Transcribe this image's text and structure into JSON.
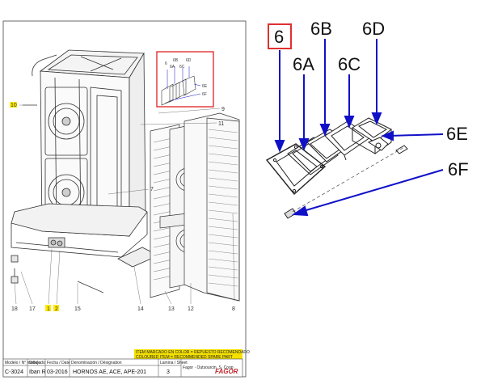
{
  "drawing": {
    "callouts": {
      "c10": "10",
      "c9": "9",
      "c11": "11",
      "c7": "7",
      "c8": "8",
      "c18": "18",
      "c17": "17",
      "c16": "1",
      "c2": "2",
      "c15": "15",
      "c14": "14",
      "c13": "13",
      "c12": "12"
    },
    "inset_small": {
      "n6": "6",
      "n6b": "6B",
      "n6d": "6D",
      "n6a": "6A",
      "n6c": "6C",
      "n6e": "6E",
      "n6f": "6F"
    }
  },
  "detail": {
    "main_label": "6",
    "labels": {
      "l6a": "6A",
      "l6b": "6B",
      "l6c": "6C",
      "l6d": "6D",
      "l6e": "6E",
      "l6f": "6F"
    }
  },
  "title_block": {
    "col_headers": [
      "Modelo / N° modelo",
      "Dibujado",
      "Fecha / Date",
      "Denominación / Désignation",
      "",
      "Lamina / Sheet"
    ],
    "model_code": "C-3024",
    "drawn_by": "Iban R",
    "date": "03-2016",
    "title": "HORNOS AE, ACE, APE-201",
    "sheet": "3",
    "company": "Fagor · Outsourcin. S. Coop",
    "brand": "FAGOR",
    "legend_line1": "ITEM MARCADO EN COLOR = REPUESTO RECOMENDADO",
    "legend_line2": "COLOURED ITEM = RECOMMENDED SPARE PART",
    "legend_bg": "#f5e100"
  },
  "colors": {
    "highlight_box": "#e03030",
    "arrow_blue": "#1010c8",
    "callout_yellow": "#ffe800"
  }
}
